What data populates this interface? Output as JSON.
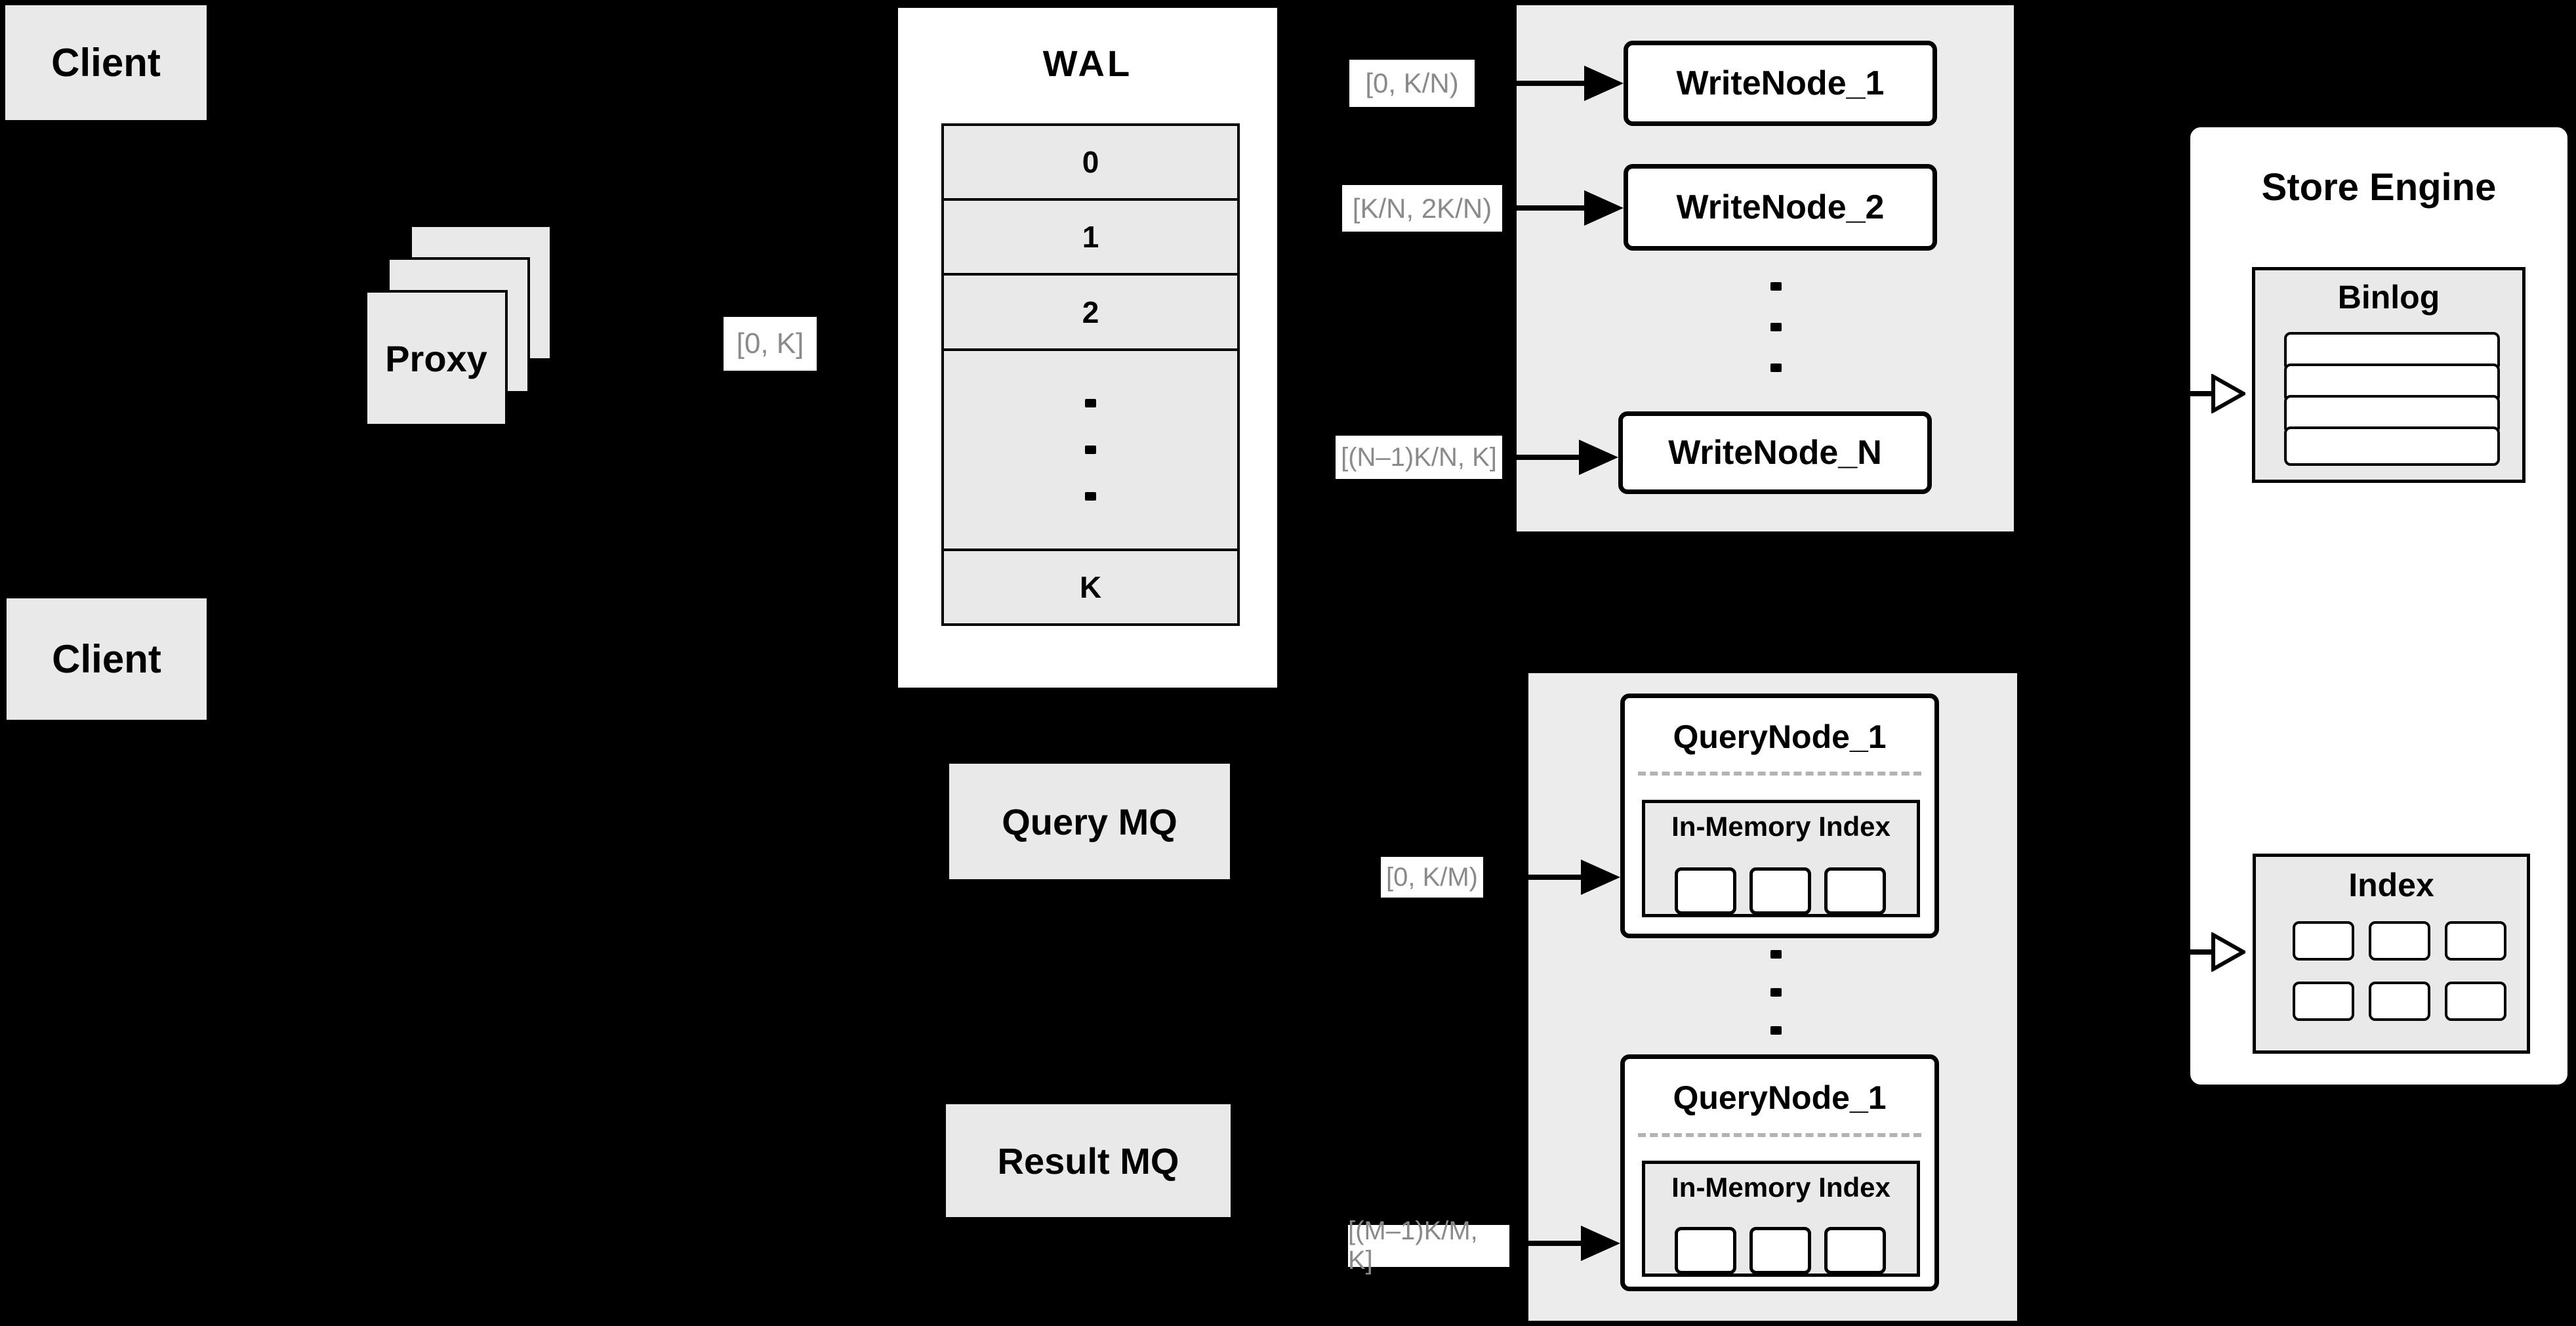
{
  "colors": {
    "background": "#000000",
    "panel_white": "#ffffff",
    "box_gray": "#e9e9e9",
    "container_gray": "#ececec",
    "label_text_gray": "#8a8a8a",
    "line_black": "#000000",
    "dash_gray": "#b3b3b3"
  },
  "clients": {
    "top_label": "Client",
    "bottom_label": "Client"
  },
  "proxy": {
    "label": "Proxy"
  },
  "range_labels": {
    "proxy": "[0, K]",
    "write_1": "[0, K/N)",
    "write_2": "[K/N, 2K/N)",
    "write_n": "[(N–1)K/N, K]",
    "query_1": "[0, K/M)",
    "query_m": "[(M–1)K/M, K]"
  },
  "wal": {
    "title": "WAL",
    "rows": [
      "0",
      "1",
      "2",
      "K"
    ]
  },
  "write_cluster": {
    "node_1": "WriteNode_1",
    "node_2": "WriteNode_2",
    "node_n": "WriteNode_N"
  },
  "mq": {
    "query": "Query MQ",
    "result": "Result MQ"
  },
  "query_cluster": {
    "node_top": {
      "title": "QueryNode_1",
      "inner_title": "In-Memory Index"
    },
    "node_bottom": {
      "title": "QueryNode_1",
      "inner_title": "In-Memory Index"
    }
  },
  "store_engine": {
    "title": "Store Engine",
    "binlog_title": "Binlog",
    "index_title": "Index"
  }
}
